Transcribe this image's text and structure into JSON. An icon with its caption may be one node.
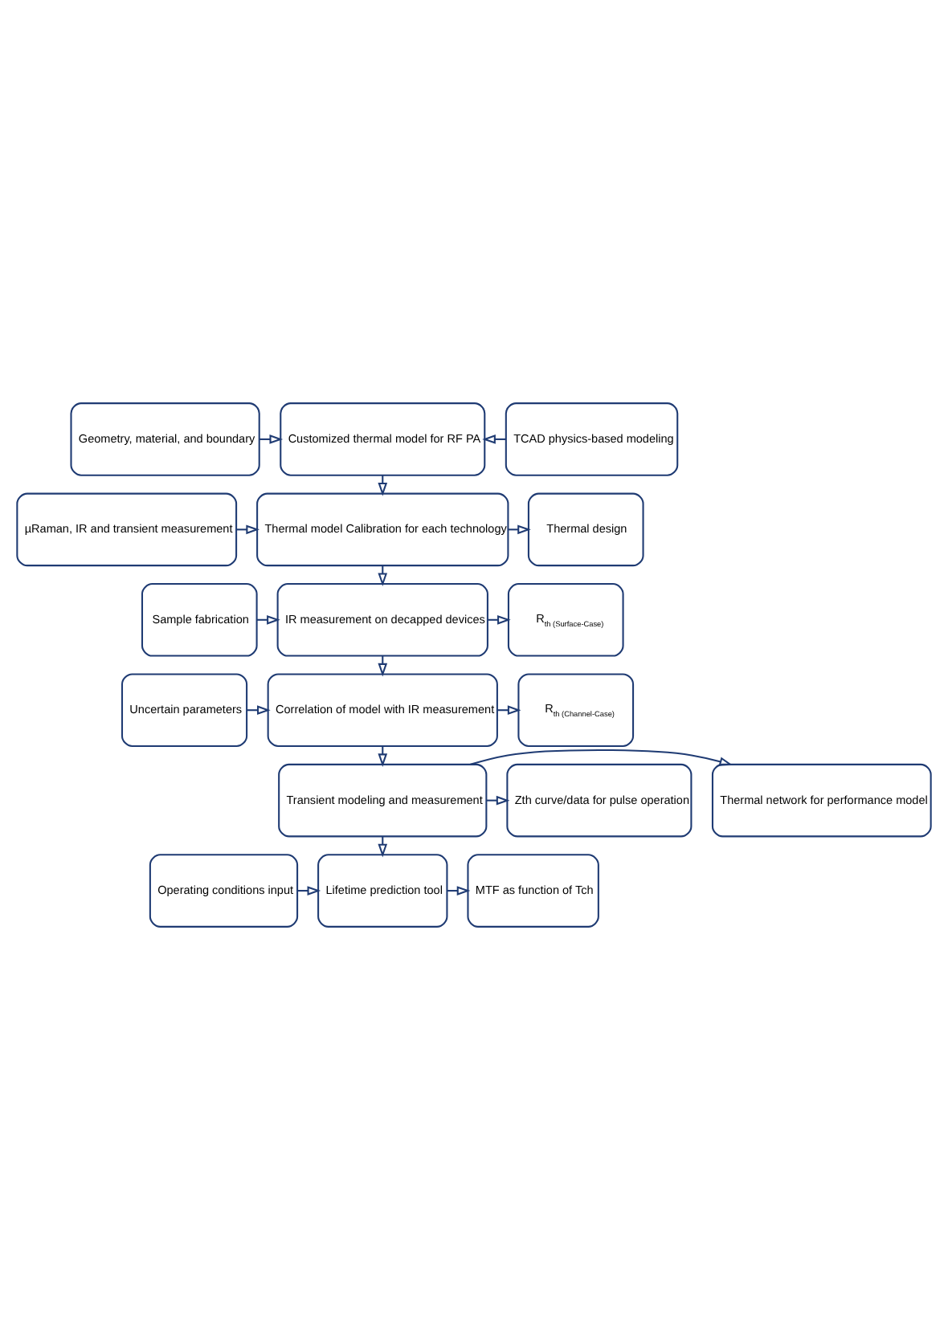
{
  "diagram": {
    "nodes": [
      {
        "text": [
          "Geometry, material, and boundary"
        ]
      },
      {
        "text": [
          "Customized thermal model for RF PA"
        ]
      },
      {
        "text": [
          "TCAD physics-based modeling"
        ]
      },
      {
        "text": [
          "µRaman, IR and transient measurement"
        ]
      },
      {
        "text": [
          "Thermal model Calibration for each technology"
        ]
      },
      {
        "text": [
          "Thermal design"
        ]
      },
      {
        "text": [
          "Sample fabrication"
        ]
      },
      {
        "text": [
          "IR measurement on decapped devices"
        ]
      },
      {
        "text": [
          "R$_{th (Surface-Case)}$"
        ]
      },
      {
        "text": [
          "Uncertain parameters"
        ]
      },
      {
        "text": [
          "Correlation of model with IR measurement"
        ]
      },
      {
        "text": [
          "R$_{th (Channel-Case)}$"
        ]
      },
      {
        "text": [
          "Thermal network for performance model"
        ]
      },
      {
        "text": [
          "Transient modeling and measurement"
        ]
      },
      {
        "text": [
          "Zth curve/data for pulse operation"
        ]
      },
      {
        "text": [
          "Operating conditions input"
        ]
      },
      {
        "text": [
          "Lifetime prediction tool"
        ]
      },
      {
        "text": [
          "MTF as function of Tch"
        ]
      }
    ],
    "edges": [
      {
        "from": 0,
        "to": 1,
        "arrow": "to"
      },
      {
        "from": 2,
        "to": 1,
        "arrow": "to"
      },
      {
        "from": 1,
        "to": 4,
        "arrow": "to"
      },
      {
        "from": 3,
        "to": 4,
        "arrow": "to"
      },
      {
        "from": 4,
        "to": 5,
        "arrow": "to"
      },
      {
        "from": 4,
        "to": 7,
        "arrow": "to"
      },
      {
        "from": 6,
        "to": 7,
        "arrow": "to"
      },
      {
        "from": 7,
        "to": 8,
        "arrow": "to"
      },
      {
        "from": 7,
        "to": 10,
        "arrow": "to"
      },
      {
        "from": 9,
        "to": 10,
        "arrow": "to"
      },
      {
        "from": 10,
        "to": 11,
        "arrow": "to"
      },
      {
        "from": 10,
        "to": 13,
        "arrow": "to"
      },
      {
        "from": 13,
        "to": 12,
        "arrow": "to"
      },
      {
        "from": 13,
        "to": 14,
        "arrow": "to"
      },
      {
        "from": 13,
        "to": 16,
        "arrow": "to"
      },
      {
        "from": 15,
        "to": 16,
        "arrow": "to"
      },
      {
        "from": 16,
        "to": 17,
        "arrow": "to"
      }
    ]
  }
}
